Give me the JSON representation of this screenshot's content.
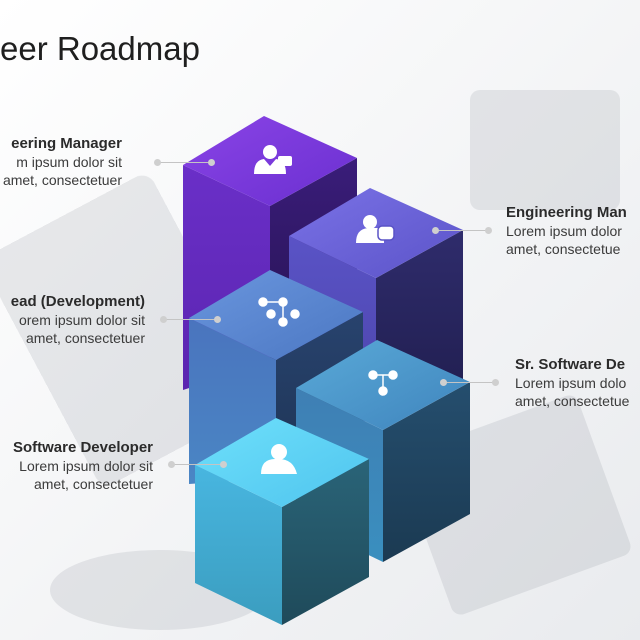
{
  "title": "eer Roadmap",
  "stages": [
    {
      "id": "software-developer",
      "title": "Software Developer",
      "desc_line1": "Lorem ipsum dolor sit",
      "desc_line2": "amet, consectetuer",
      "icon": "user-icon",
      "color": "#4bb3e0"
    },
    {
      "id": "sr-software-developer",
      "title": "Sr. Software De",
      "desc_line1": "Lorem ipsum dolo",
      "desc_line2": "amet, consectetue",
      "icon": "network-icon",
      "color": "#3f7fb4"
    },
    {
      "id": "lead-development",
      "title": "ead (Development)",
      "desc_line1": "orem ipsum dolor sit",
      "desc_line2": "amet, consectetuer",
      "icon": "hierarchy-icon",
      "color": "#4a74be"
    },
    {
      "id": "engineering-manager-2",
      "title": "Engineering Man",
      "desc_line1": "Lorem ipsum dolor",
      "desc_line2": "amet, consectetue",
      "icon": "manager-icon",
      "color": "#5a53c6"
    },
    {
      "id": "engineering-manager-1",
      "title": "eering Manager",
      "desc_line1": "m ipsum dolor sit",
      "desc_line2": "amet, consectetuer",
      "icon": "businessman-icon",
      "color": "#6a2fc8"
    }
  ]
}
